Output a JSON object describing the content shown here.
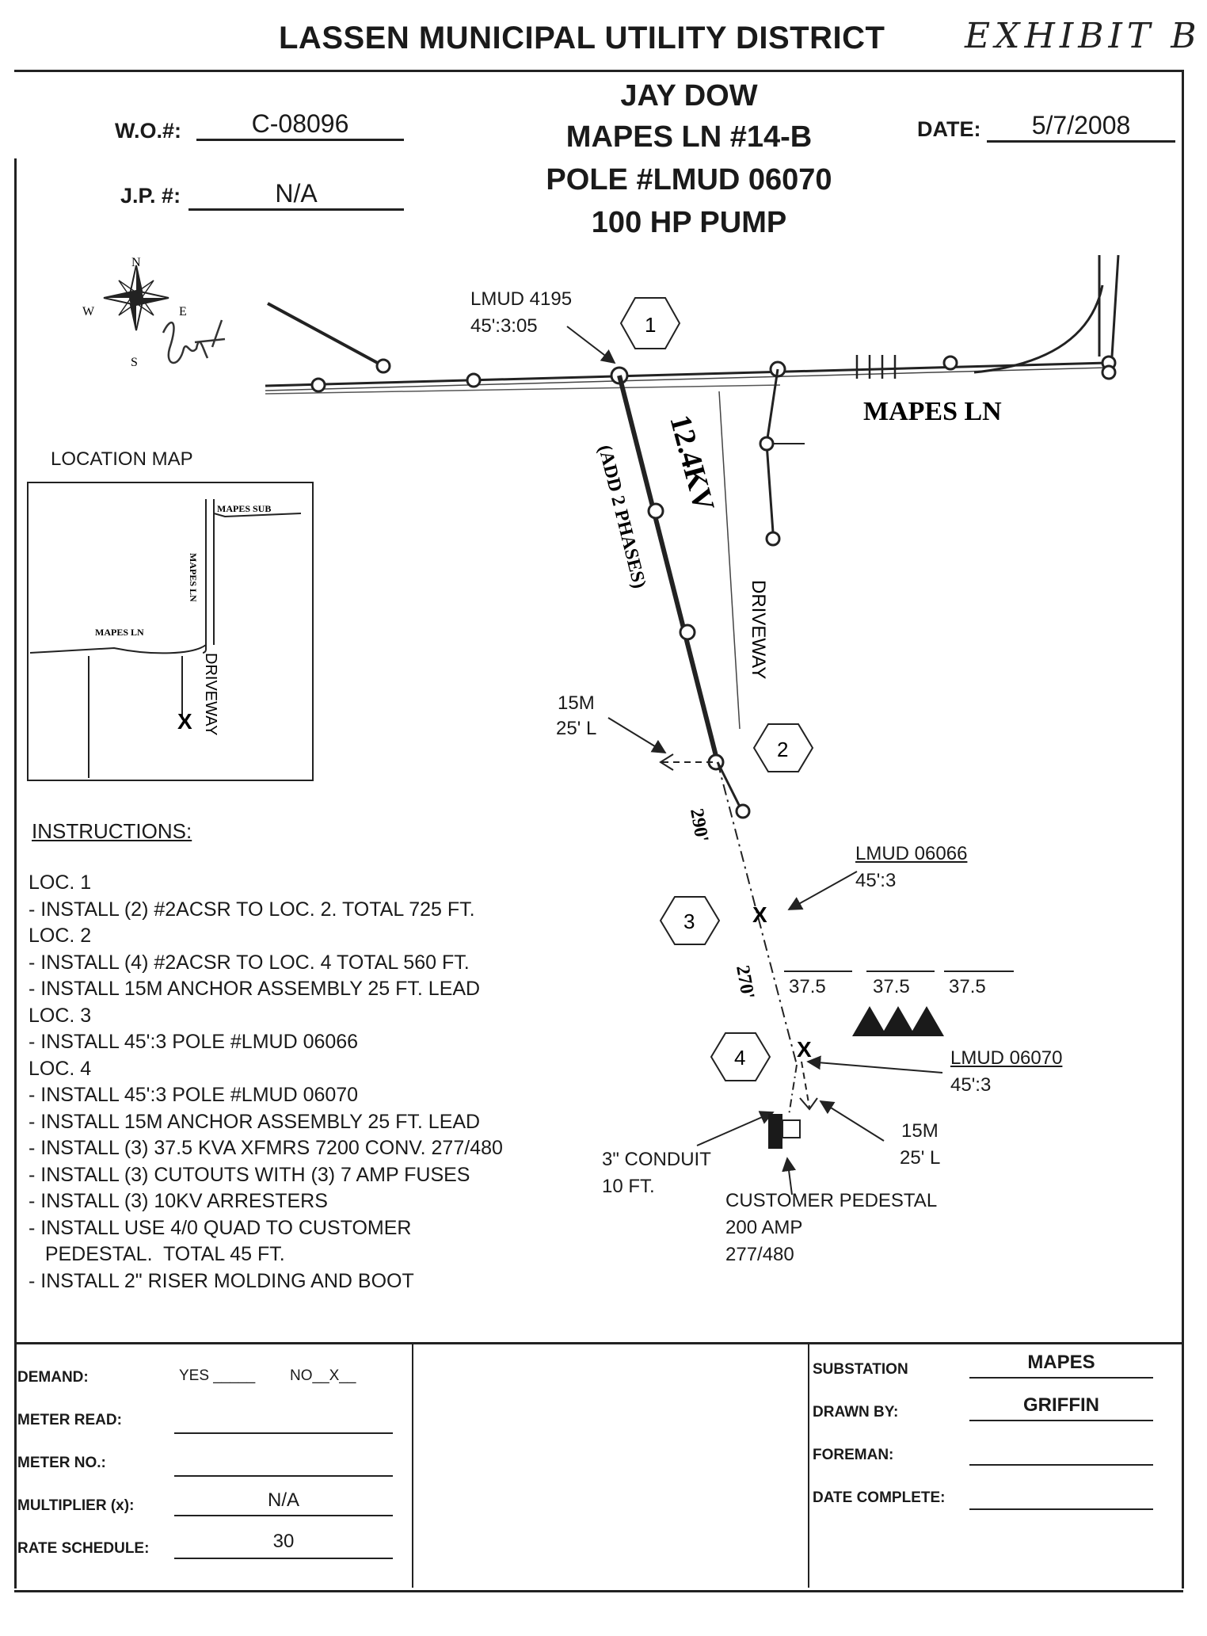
{
  "district": "LASSEN MUNICIPAL UTILITY DISTRICT",
  "exhibit": "EXHIBIT B",
  "wo_label": "W.O.#:",
  "wo_value": "C-08096",
  "jp_label": "J.P. #:",
  "jp_value": "N/A",
  "date_label": "DATE:",
  "date_value": "5/7/2008",
  "heading": {
    "line1": "JAY DOW",
    "line2": "MAPES LN #14-B",
    "line3": "POLE #LMUD 06070",
    "line4": "100 HP PUMP"
  },
  "compass": {
    "n": "N",
    "s": "S",
    "e": "E",
    "w": "W"
  },
  "map": {
    "pole1_name": "LMUD 4195",
    "pole1_spec": "45':3:05",
    "loc1": "1",
    "loc2": "2",
    "loc3": "3",
    "loc4": "4",
    "voltage": "12.4KV",
    "add_phases": "(ADD 2 PHASES)",
    "road": "MAPES LN",
    "driveway": "DRIVEWAY",
    "anchor1_a": "15M",
    "anchor1_b": "25' L",
    "span1": "290'",
    "span2": "270'",
    "pole3_name": "LMUD 06066",
    "pole3_spec": "45':3",
    "xf1": "37.5",
    "xf2": "37.5",
    "xf3": "37.5",
    "pole4_name": "LMUD 06070",
    "pole4_spec": "45':3",
    "anchor2_a": "15M",
    "anchor2_b": "25' L",
    "conduit_a": "3\" CONDUIT",
    "conduit_b": "10 FT.",
    "pedestal_a": "CUSTOMER PEDESTAL",
    "pedestal_b": "200 AMP",
    "pedestal_c": "277/480",
    "x_mark": "X"
  },
  "location_map": {
    "title": "LOCATION MAP",
    "mapes_sub": "MAPES SUB",
    "mapes_ln_v": "MAPES LN",
    "mapes_ln_h": "MAPES LN",
    "driveway": "DRIVEWAY",
    "x_mark": "X"
  },
  "instructions": {
    "title": "INSTRUCTIONS:",
    "lines": [
      "LOC. 1",
      "- INSTALL (2) #2ACSR TO LOC. 2.  TOTAL 725 FT.",
      "LOC. 2",
      "- INSTALL (4) #2ACSR TO LOC. 4 TOTAL 560 FT.",
      "- INSTALL 15M ANCHOR ASSEMBLY 25 FT. LEAD",
      "LOC. 3",
      "- INSTALL 45':3 POLE #LMUD 06066",
      "LOC. 4",
      "- INSTALL 45':3 POLE #LMUD 06070",
      "- INSTALL 15M ANCHOR ASSEMBLY 25 FT. LEAD",
      "- INSTALL (3) 37.5 KVA XFMRS 7200 CONV. 277/480",
      "- INSTALL (3) CUTOUTS WITH (3) 7 AMP FUSES",
      "- INSTALL (3) 10KV ARRESTERS",
      "- INSTALL USE 4/0 QUAD TO CUSTOMER",
      "   PEDESTAL.  TOTAL 45 FT.",
      "- INSTALL 2\" RISER MOLDING AND BOOT"
    ]
  },
  "footer": {
    "demand_label": "DEMAND:",
    "yes_label": "YES _____",
    "no_label": "NO__X__",
    "meter_read_label": "METER READ:",
    "meter_no_label": "METER NO.:",
    "multiplier_label": "MULTIPLIER (x):",
    "multiplier_value": "N/A",
    "rate_label": "RATE SCHEDULE:",
    "rate_value": "30",
    "substation_label": "SUBSTATION",
    "substation_value": "MAPES",
    "drawn_by_label": "DRAWN BY:",
    "drawn_by_value": "GRIFFIN",
    "foreman_label": "FOREMAN:",
    "date_complete_label": "DATE COMPLETE:"
  }
}
